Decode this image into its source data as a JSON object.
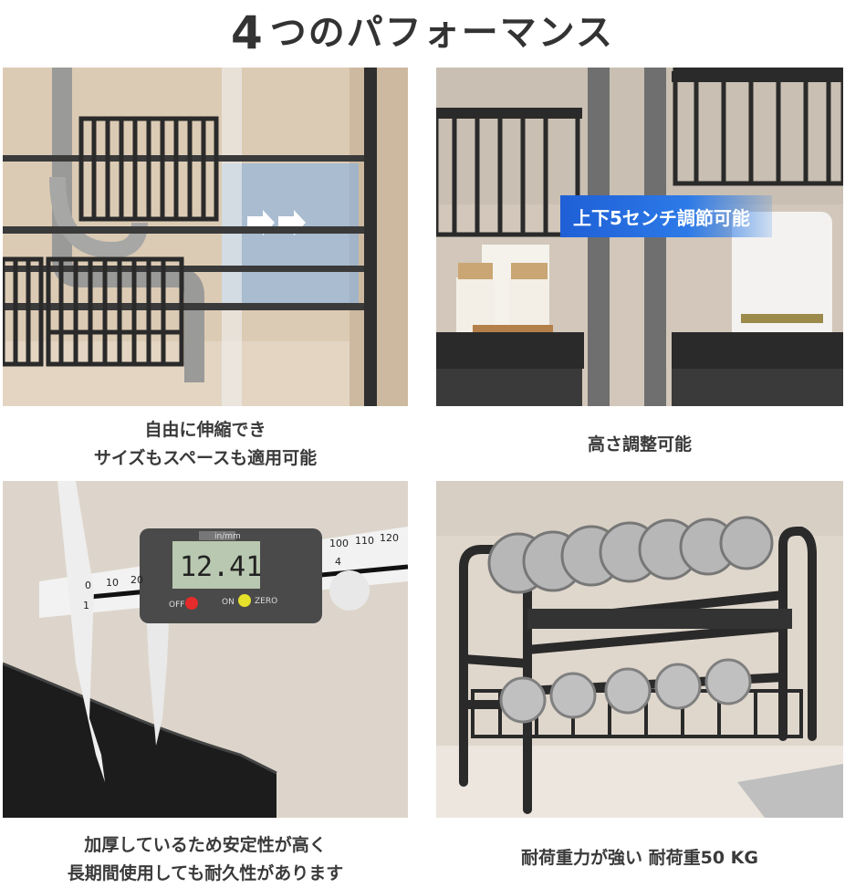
{
  "title": {
    "number": "4",
    "text": "つのパフォーマンス"
  },
  "panels": [
    {
      "caption_lines": [
        "自由に伸縮でき",
        "サイズもスペースも適用可能"
      ]
    },
    {
      "badge": "上下5センチ調節可能",
      "caption_lines": [
        "高さ調整可能"
      ]
    },
    {
      "caliper_reading": "12.41",
      "caliper_unit": "in/mm",
      "caliper_buttons": [
        "OFF",
        "ON",
        "ZERO"
      ],
      "scale_numbers": [
        "0",
        "10",
        "20",
        "100",
        "110",
        "120",
        "4",
        "1"
      ],
      "caption_lines": [
        "加厚しているため安定性が高く",
        "長期間使用しても耐久性があります"
      ]
    },
    {
      "caption_lines": [
        "耐荷重力が強い 耐荷重50 KG"
      ]
    }
  ],
  "colors": {
    "badge_blue": "#2c7ae8",
    "rack_black": "#2a2a2a",
    "lcd_green": "#b9c8b0"
  }
}
